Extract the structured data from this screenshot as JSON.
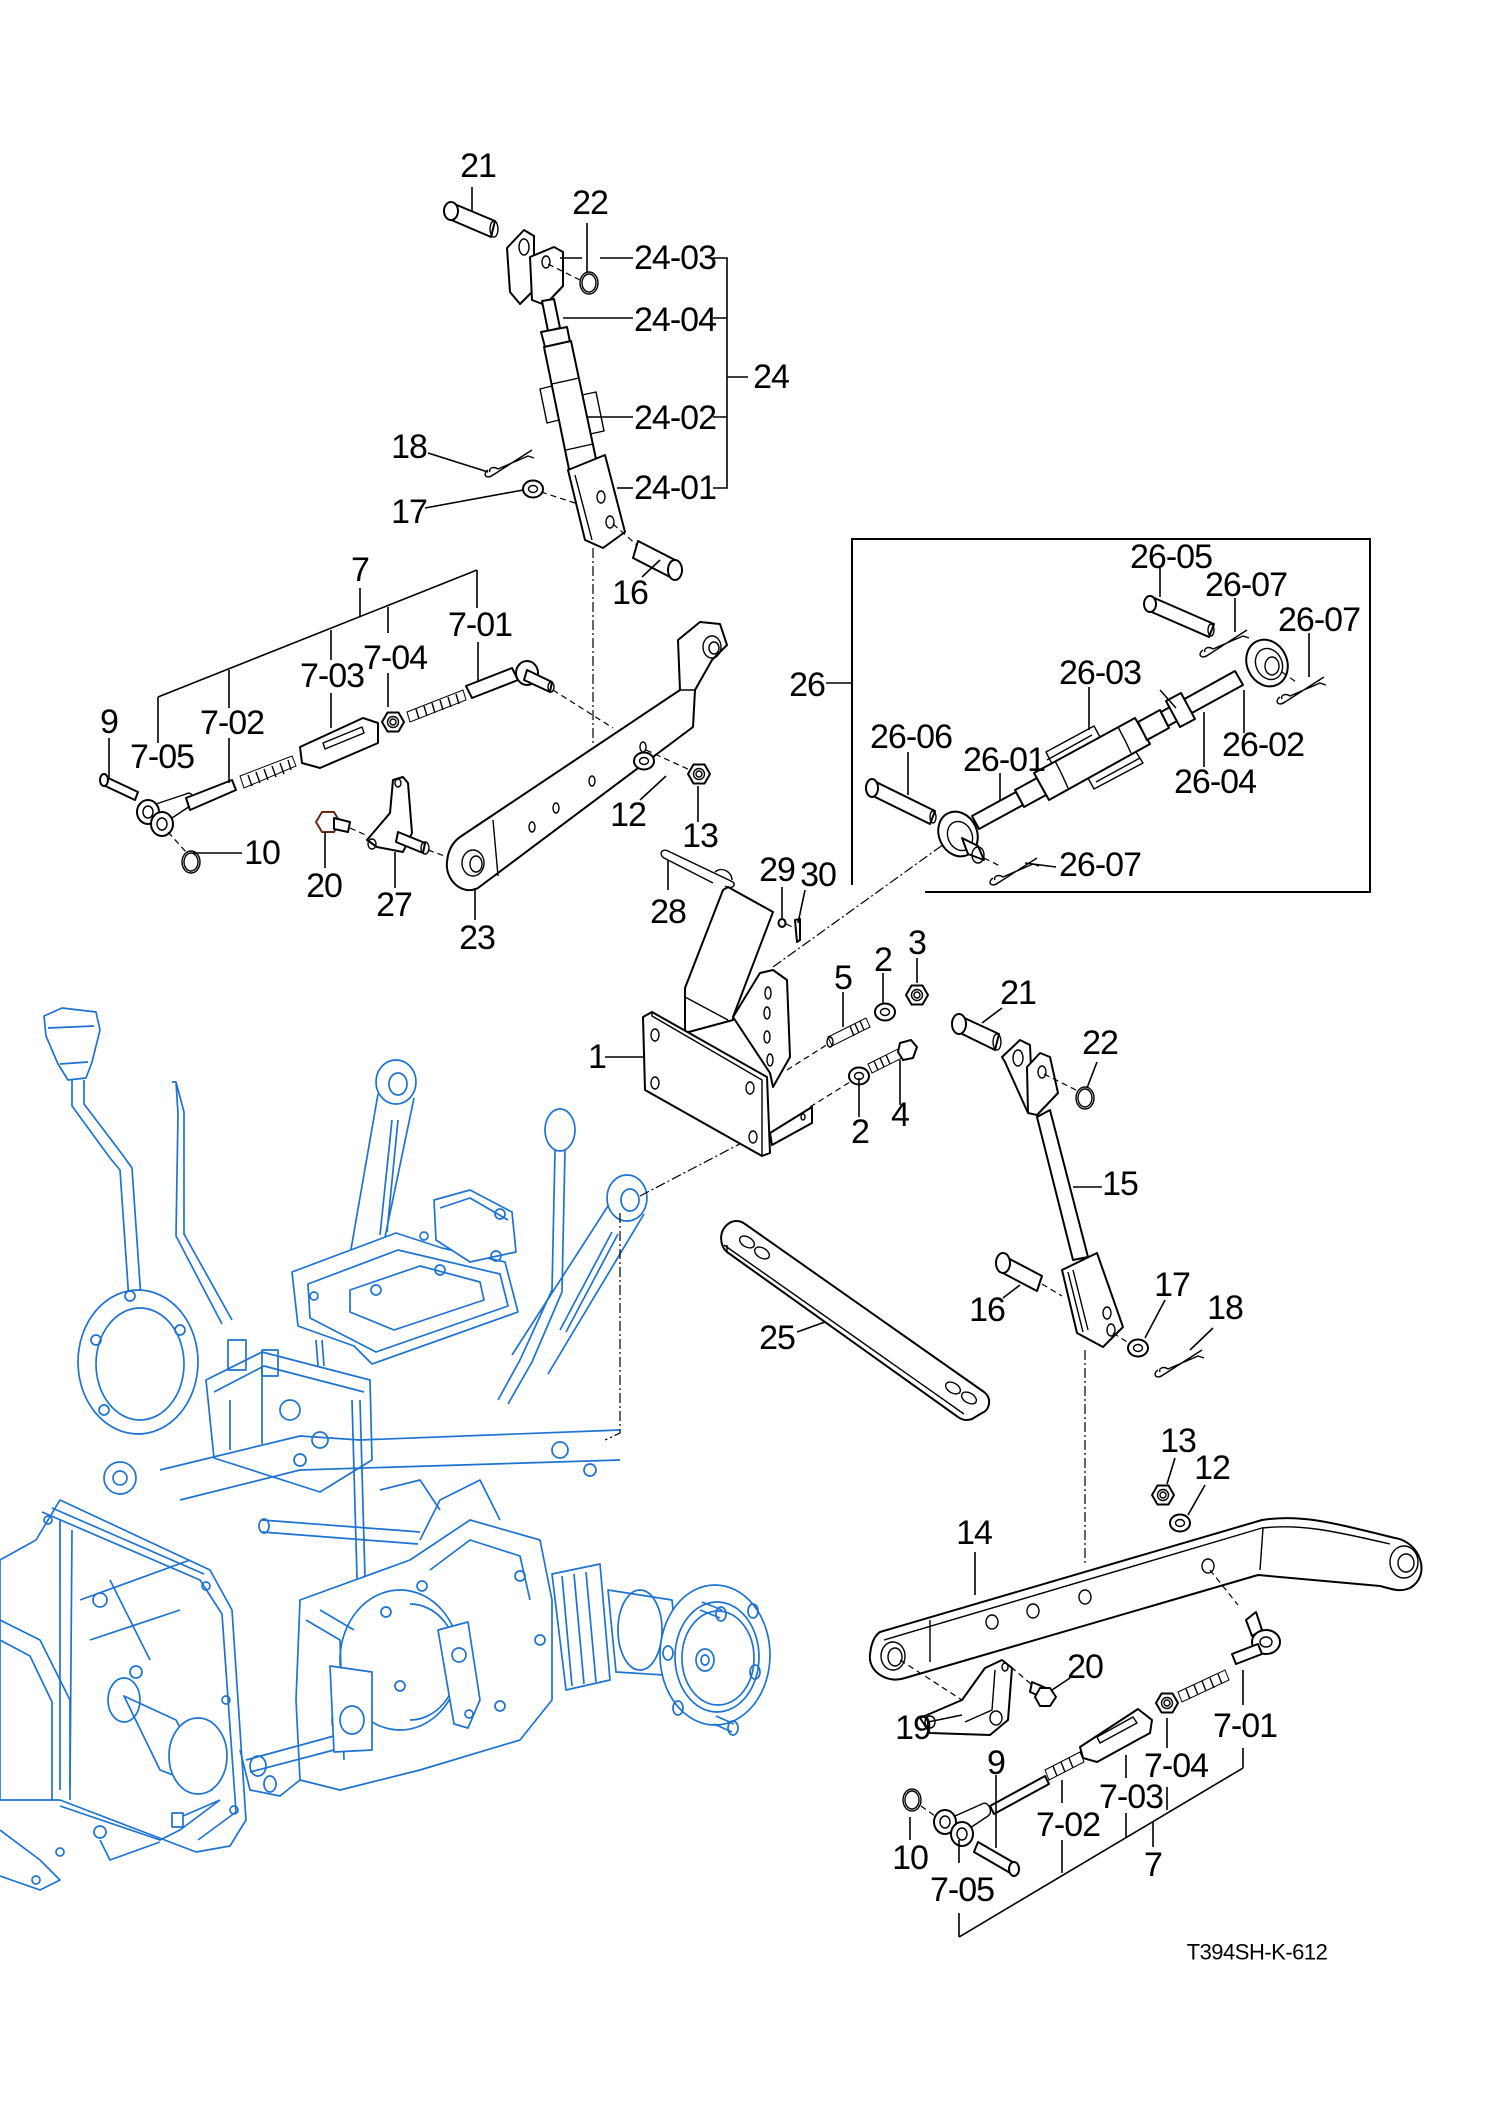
{
  "document": {
    "drawing_code": "T394SH-K-612"
  },
  "colors": {
    "part_outline": "#000000",
    "tractor_outline": "#1e73d2",
    "bolt_20_accent": "#6b2a1a",
    "background": "#ffffff"
  },
  "callouts": {
    "top_link_24": [
      "21",
      "22",
      "24-03",
      "24-04",
      "24",
      "24-02",
      "18",
      "24-01",
      "17",
      "16"
    ],
    "left_check_chain_7": [
      "7",
      "7-01",
      "7-04",
      "7-03",
      "7-02",
      "9",
      "7-05",
      "10",
      "20",
      "27"
    ],
    "left_lower_link": [
      "23",
      "12",
      "13"
    ],
    "top_link_26": [
      "26",
      "26-05",
      "26-07",
      "26-07",
      "26-03",
      "26-06",
      "26-01",
      "26-02",
      "26-04",
      "26-07"
    ],
    "bracket_1": [
      "28",
      "29",
      "30",
      "5",
      "2",
      "3",
      "1",
      "2",
      "4"
    ],
    "right_lift_rod": [
      "21",
      "22",
      "15",
      "16",
      "17",
      "18"
    ],
    "stabilizer": [
      "25"
    ],
    "right_lower_link": [
      "13",
      "12",
      "14",
      "20"
    ],
    "right_check_chain_7": [
      "19",
      "9",
      "7-01",
      "7-04",
      "7-03",
      "7-02",
      "7",
      "10",
      "7-05"
    ]
  }
}
